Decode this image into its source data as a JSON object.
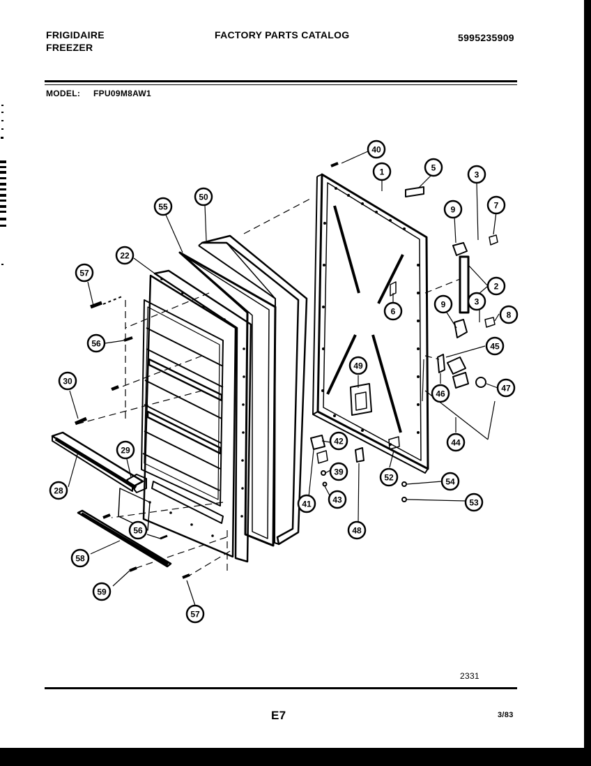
{
  "header": {
    "brand": "FRIGIDAIRE",
    "product": "FREEZER",
    "catalog_title": "FACTORY PARTS CATALOG",
    "catalog_number": "5995235909",
    "model_label": "MODEL:",
    "model_value": "FPU09M8AW1"
  },
  "footer": {
    "drawing_number": "2331",
    "page_code": "E7",
    "date": "3/83"
  },
  "callouts": [
    "40",
    "1",
    "5",
    "3",
    "7",
    "9",
    "2",
    "3",
    "8",
    "9",
    "6",
    "45",
    "46",
    "47",
    "44",
    "49",
    "42",
    "39",
    "43",
    "41",
    "48",
    "52",
    "54",
    "53",
    "50",
    "55",
    "22",
    "57",
    "56",
    "30",
    "29",
    "28",
    "56",
    "58",
    "59",
    "57"
  ]
}
